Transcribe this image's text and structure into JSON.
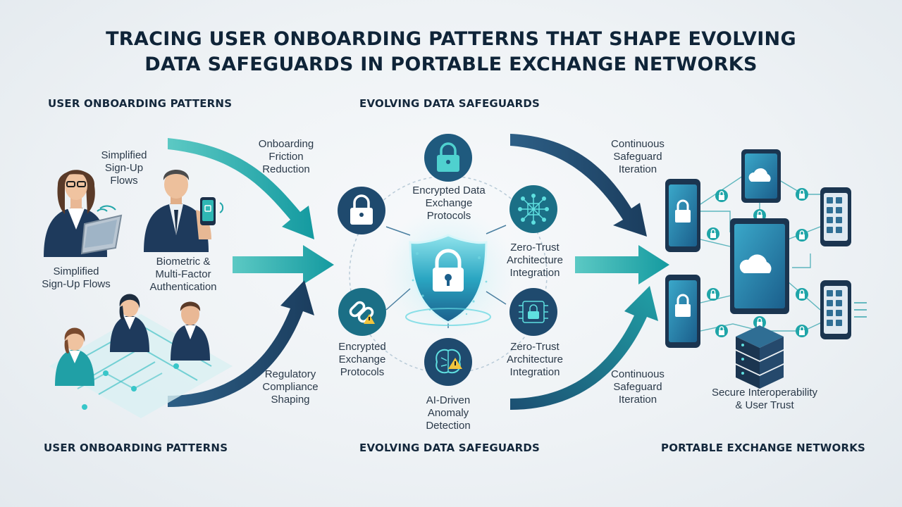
{
  "title": {
    "line1": "TRACING USER ONBOARDING PATTERNS THAT SHAPE EVOLVING",
    "line2": "DATA SAFEGUARDS IN PORTABLE EXCHANGE NETWORKS"
  },
  "sections": {
    "top_left": "USER ONBOARDING PATTERNS",
    "top_center": "EVOLVING DATA SAFEGUARDS",
    "bottom_left": "USER ONBOARDING PATTERNS",
    "bottom_center": "EVOLVING DATA SAFEGUARDS",
    "bottom_right": "PORTABLE EXCHANGE NETWORKS"
  },
  "left_labels": {
    "simplified_top": [
      "Simplified",
      "Sign-Up",
      "Flows"
    ],
    "simplified_bottom": [
      "Simplified",
      "Sign-Up Flows"
    ],
    "biometric": [
      "Biometric &",
      "Multi-Factor",
      "Authentication"
    ]
  },
  "flow_labels": {
    "friction": [
      "Onboarding",
      "Friction",
      "Reduction"
    ],
    "regulatory": [
      "Regulatory",
      "Compliance",
      "Shaping"
    ],
    "continuous_top": [
      "Continuous",
      "Safeguard",
      "Iteration"
    ],
    "continuous_bottom": [
      "Continuous",
      "Safeguard",
      "Iteration"
    ]
  },
  "safeguard_labels": {
    "encrypted_top": [
      "Encrypted Data",
      "Exchange",
      "Protocols"
    ],
    "zero_trust_top": [
      "Zero-Trust",
      "Architecture",
      "Integration"
    ],
    "encrypted_bottom": [
      "Encrypted",
      "Exchange",
      "Protocols"
    ],
    "zero_trust_bottom": [
      "Zero-Trust",
      "Architecture",
      "Integration"
    ],
    "ai_driven": [
      "AI-Driven",
      "Anomaly",
      "Detection"
    ]
  },
  "network_labels": {
    "secure": [
      "Secure Interoperability",
      "& User Trust"
    ]
  },
  "colors": {
    "navy": "#1f4a6e",
    "teal": "#1fa5a8",
    "dark_teal": "#1b6f86",
    "title": "#0f2438"
  }
}
